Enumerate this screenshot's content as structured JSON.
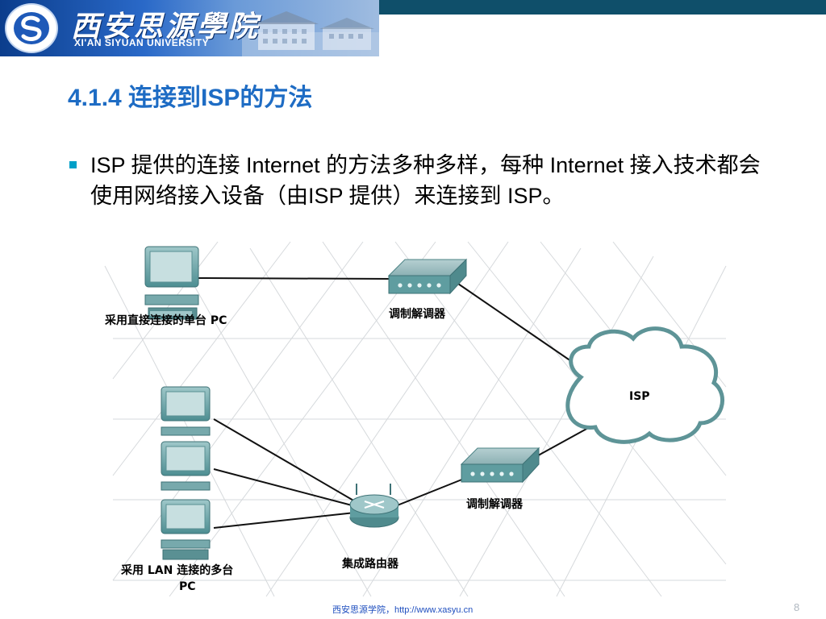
{
  "header": {
    "school_name_cn": "西安思源學院",
    "school_name_en": "XI'AN SIYUAN UNIVERSITY",
    "colors": {
      "top_bar": "#0f4f6a",
      "banner": "#2a69c8"
    }
  },
  "slide": {
    "title": "4.1.4 连接到ISP的方法",
    "bullet": "ISP 提供的连接 Internet 的方法多种多样，每种 Internet 接入技术都会使用网络接入设备（由ISP 提供）来连接到 ISP。",
    "title_color": "#1e6cc4",
    "bullet_color": "#00a0c8"
  },
  "diagram": {
    "single_pc_label": "采用直接连接的单台 PC",
    "modem_top_label": "调制解调器",
    "isp_label": "ISP",
    "modem_bottom_label": "调制解调器",
    "router_label": "集成路由器",
    "lan_label_line1": "采用 LAN 连接的多台",
    "lan_label_line2": "PC",
    "icons": [
      "computer-icon",
      "modem-icon",
      "cloud-icon",
      "router-icon"
    ]
  },
  "footer": {
    "text": "西安思源学院，http://www.xasyu.cn",
    "page": "8"
  }
}
